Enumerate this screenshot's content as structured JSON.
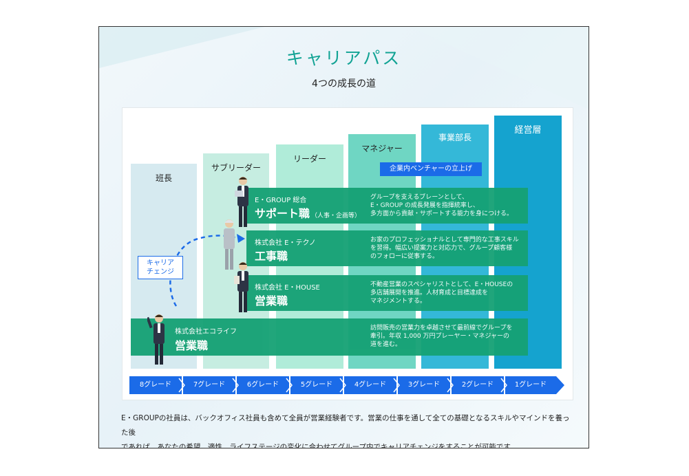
{
  "header": {
    "title": "キャリアパス",
    "subtitle": "4つの成長の道"
  },
  "columns": [
    {
      "label": "班長",
      "color": "#d6eaf0"
    },
    {
      "label": "サブリーダー",
      "color": "#c6ede1"
    },
    {
      "label": "リーダー",
      "color": "#b0ecd9"
    },
    {
      "label": "マネジャー",
      "color": "#6fd6c3"
    },
    {
      "label": "事業部長",
      "color": "#34b8d8"
    },
    {
      "label": "経営層",
      "color": "#15a3cf"
    }
  ],
  "venture_badge": "企業内ベンチャーの立上げ",
  "career_change": {
    "line1": "キャリア",
    "line2": "チェンジ"
  },
  "bands": [
    {
      "company": "E・GROUP 総合",
      "job": "サポート職",
      "job_note": "（人事・企画等）",
      "desc1": "グループを支えるブレーンとして、",
      "desc2": "E・GROUP の成長発展を指揮統率し、",
      "desc3": "多方面から貢献・サポートする能力を身につける。"
    },
    {
      "company": "株式会社 E・テクノ",
      "job": "工事職",
      "job_note": "",
      "desc1": "お家のプロフェッショナルとして専門的な工事スキル",
      "desc2": "を習得。幅広い提案力と対応力で、グループ顧客様",
      "desc3": "のフォローに従事する。"
    },
    {
      "company": "株式会社 E・HOUSE",
      "job": "営業職",
      "job_note": "",
      "desc1": "不動産営業のスペシャリストとして、E・HOUSEの",
      "desc2": "多店舗展開を推進。人材育成と目標達成を",
      "desc3": "マネジメントする。"
    },
    {
      "company": "株式会社エコライフ",
      "job": "営業職",
      "job_note": "",
      "desc1": "訪問販売の営業力を卓越させて最前線でグループを",
      "desc2": "牽引。年収 1,000 万円プレーヤー・マネジャーの",
      "desc3": "道を進む。"
    }
  ],
  "grades": [
    "8グレード",
    "7グレード",
    "6グレード",
    "5グレード",
    "4グレード",
    "3グレード",
    "2グレード",
    "1グレード"
  ],
  "caption": {
    "line1": "E・GROUPの社員は、バックオフィス社員も含めて全員が営業経験者です。営業の仕事を通して全ての基礎となるスキルやマインドを養った後",
    "line2": "であれば、あなたの希望、適性、ライフステージの変化に合わせてグループ内でキャリアチェンジをすることが可能です。"
  }
}
